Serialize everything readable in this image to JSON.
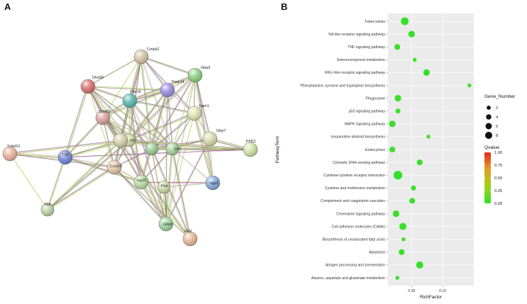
{
  "panels": {
    "a_label": "A",
    "b_label": "B"
  },
  "network": {
    "nodes": [
      {
        "name": "Cmpk2",
        "color": "#d8c3a4"
      },
      {
        "name": "Gbp3",
        "color": "#8fd07f"
      },
      {
        "name": "Dhx58",
        "color": "#d96f6f"
      },
      {
        "name": "Parp14",
        "color": "#9a8de0"
      },
      {
        "name": "Herc6",
        "color": "#59b7b0"
      },
      {
        "name": "Irgm1",
        "color": "#e2e5b0"
      },
      {
        "name": "Ddx58",
        "color": "#dba0a0"
      },
      {
        "name": "Gbp7",
        "color": "#d7dcaa"
      },
      {
        "name": "Irf1",
        "color": "#cfd9a5"
      },
      {
        "name": "",
        "color": "#d6d3a8"
      },
      {
        "name": "Irf3",
        "color": "#a7d39a"
      },
      {
        "name": "",
        "color": "#9cc98f"
      },
      {
        "name": "Tnfsf10",
        "color": "#e8b39a"
      },
      {
        "name": "Tlr3",
        "color": "#6f86d6"
      },
      {
        "name": "Cxcl10",
        "color": "#e1c9ae"
      },
      {
        "name": "Isg15",
        "color": "#b7dba4"
      },
      {
        "name": "Pml",
        "color": "#c9d9a6"
      },
      {
        "name": "Phf11",
        "color": "#cfe3a6"
      },
      {
        "name": "Iigp1",
        "color": "#83a9dd"
      },
      {
        "name": "Il1b",
        "color": "#b9d7a6"
      },
      {
        "name": "Gbp1",
        "color": "#9fd59f"
      },
      {
        "name": "H28",
        "color": "#e6b898"
      }
    ]
  },
  "chart_data": {
    "type": "scatter",
    "title": "",
    "xlabel": "RichFactor",
    "ylabel": "PathwayTerm",
    "xlim": [
      0.012,
      0.15
    ],
    "xticks": [
      0.05,
      0.1
    ],
    "xtick_labels": [
      "0.05",
      "0.10"
    ],
    "categories": [
      "Alanine, aspartate and glutamate metabolism",
      "Antigen processing and presentation",
      "Apoptosis",
      "Biosynthesis of unsaturated fatty acids",
      "Cell adhesion molecules (CAMs)",
      "Chemokine signaling pathway",
      "Complement and coagulation cascades",
      "Cysteine and methionine metabolism",
      "Cytokine-cytokine receptor interaction",
      "Cytosolic DNA-sensing pathway",
      "Endocytosis",
      "Isoquinoline alkaloid biosynthesis",
      "MAPK signaling pathway",
      "p53 signaling pathway",
      "Phagosome",
      "Phenylalanine, tyrosine and tryptophan biosynthesis",
      "RIG-I-like receptor signaling pathway",
      "Selenocompound metabolism",
      "TNF signaling pathway",
      "Toll-like receptor signaling pathway",
      "Tuberculosis"
    ],
    "points": [
      {
        "term": "Alanine, aspartate and glutamate metabolism",
        "rich_factor": 0.027,
        "gene_number": 1,
        "qvalue": 0.02
      },
      {
        "term": "Antigen processing and presentation",
        "rich_factor": 0.063,
        "gene_number": 5,
        "qvalue": 0.01
      },
      {
        "term": "Apoptosis",
        "rich_factor": 0.034,
        "gene_number": 3,
        "qvalue": 0.02
      },
      {
        "term": "Biosynthesis of unsaturated fatty acids",
        "rich_factor": 0.037,
        "gene_number": 1,
        "qvalue": 0.05
      },
      {
        "term": "Cell adhesion molecules (CAMs)",
        "rich_factor": 0.036,
        "gene_number": 5,
        "qvalue": 0.02
      },
      {
        "term": "Chemokine signaling pathway",
        "rich_factor": 0.025,
        "gene_number": 4,
        "qvalue": 0.02
      },
      {
        "term": "Complement and coagulation cascades",
        "rich_factor": 0.051,
        "gene_number": 3,
        "qvalue": 0.02
      },
      {
        "term": "Cysteine and methionine metabolism",
        "rich_factor": 0.053,
        "gene_number": 2,
        "qvalue": 0.03
      },
      {
        "term": "Cytokine-cytokine receptor interaction",
        "rich_factor": 0.028,
        "gene_number": 8,
        "qvalue": 0.0
      },
      {
        "term": "Cytosolic DNA-sensing pathway",
        "rich_factor": 0.063,
        "gene_number": 3,
        "qvalue": 0.02
      },
      {
        "term": "Endocytosis",
        "rich_factor": 0.019,
        "gene_number": 3,
        "qvalue": 0.03
      },
      {
        "term": "Isoquinoline alkaloid biosynthesis",
        "rich_factor": 0.077,
        "gene_number": 1,
        "qvalue": 0.06
      },
      {
        "term": "MAPK signaling pathway",
        "rich_factor": 0.019,
        "gene_number": 4,
        "qvalue": 0.03
      },
      {
        "term": "p53 signaling pathway",
        "rich_factor": 0.028,
        "gene_number": 2,
        "qvalue": 0.02
      },
      {
        "term": "Phagosome",
        "rich_factor": 0.028,
        "gene_number": 4,
        "qvalue": 0.02
      },
      {
        "term": "Phenylalanine, tyrosine and tryptophan biosynthesis",
        "rich_factor": 0.143,
        "gene_number": 1,
        "qvalue": 0.07
      },
      {
        "term": "RIG-I-like receptor signaling pathway",
        "rich_factor": 0.074,
        "gene_number": 4,
        "qvalue": 0.0
      },
      {
        "term": "Selenocompound metabolism",
        "rich_factor": 0.055,
        "gene_number": 1,
        "qvalue": 0.05
      },
      {
        "term": "TNF signaling pathway",
        "rich_factor": 0.027,
        "gene_number": 3,
        "qvalue": 0.02
      },
      {
        "term": "Toll-like receptor signaling pathway",
        "rich_factor": 0.05,
        "gene_number": 4,
        "qvalue": 0.01
      },
      {
        "term": "Tuberculosis",
        "rich_factor": 0.039,
        "gene_number": 6,
        "qvalue": 0.0
      }
    ],
    "legend": {
      "size_title": "Gene_Number",
      "size_labels": [
        "2",
        "4",
        "6",
        "8"
      ],
      "size_values": [
        2,
        4,
        6,
        8
      ],
      "color_title": "Qvalue",
      "color_labels": [
        "1.00",
        "0.75",
        "0.50",
        "0.25",
        "0.00"
      ],
      "colors": [
        "#e3261c",
        "#e0a023",
        "#a2cf18",
        "#33e02c"
      ],
      "placement": "right"
    },
    "grid": true,
    "panel_background": "#ebebeb"
  }
}
